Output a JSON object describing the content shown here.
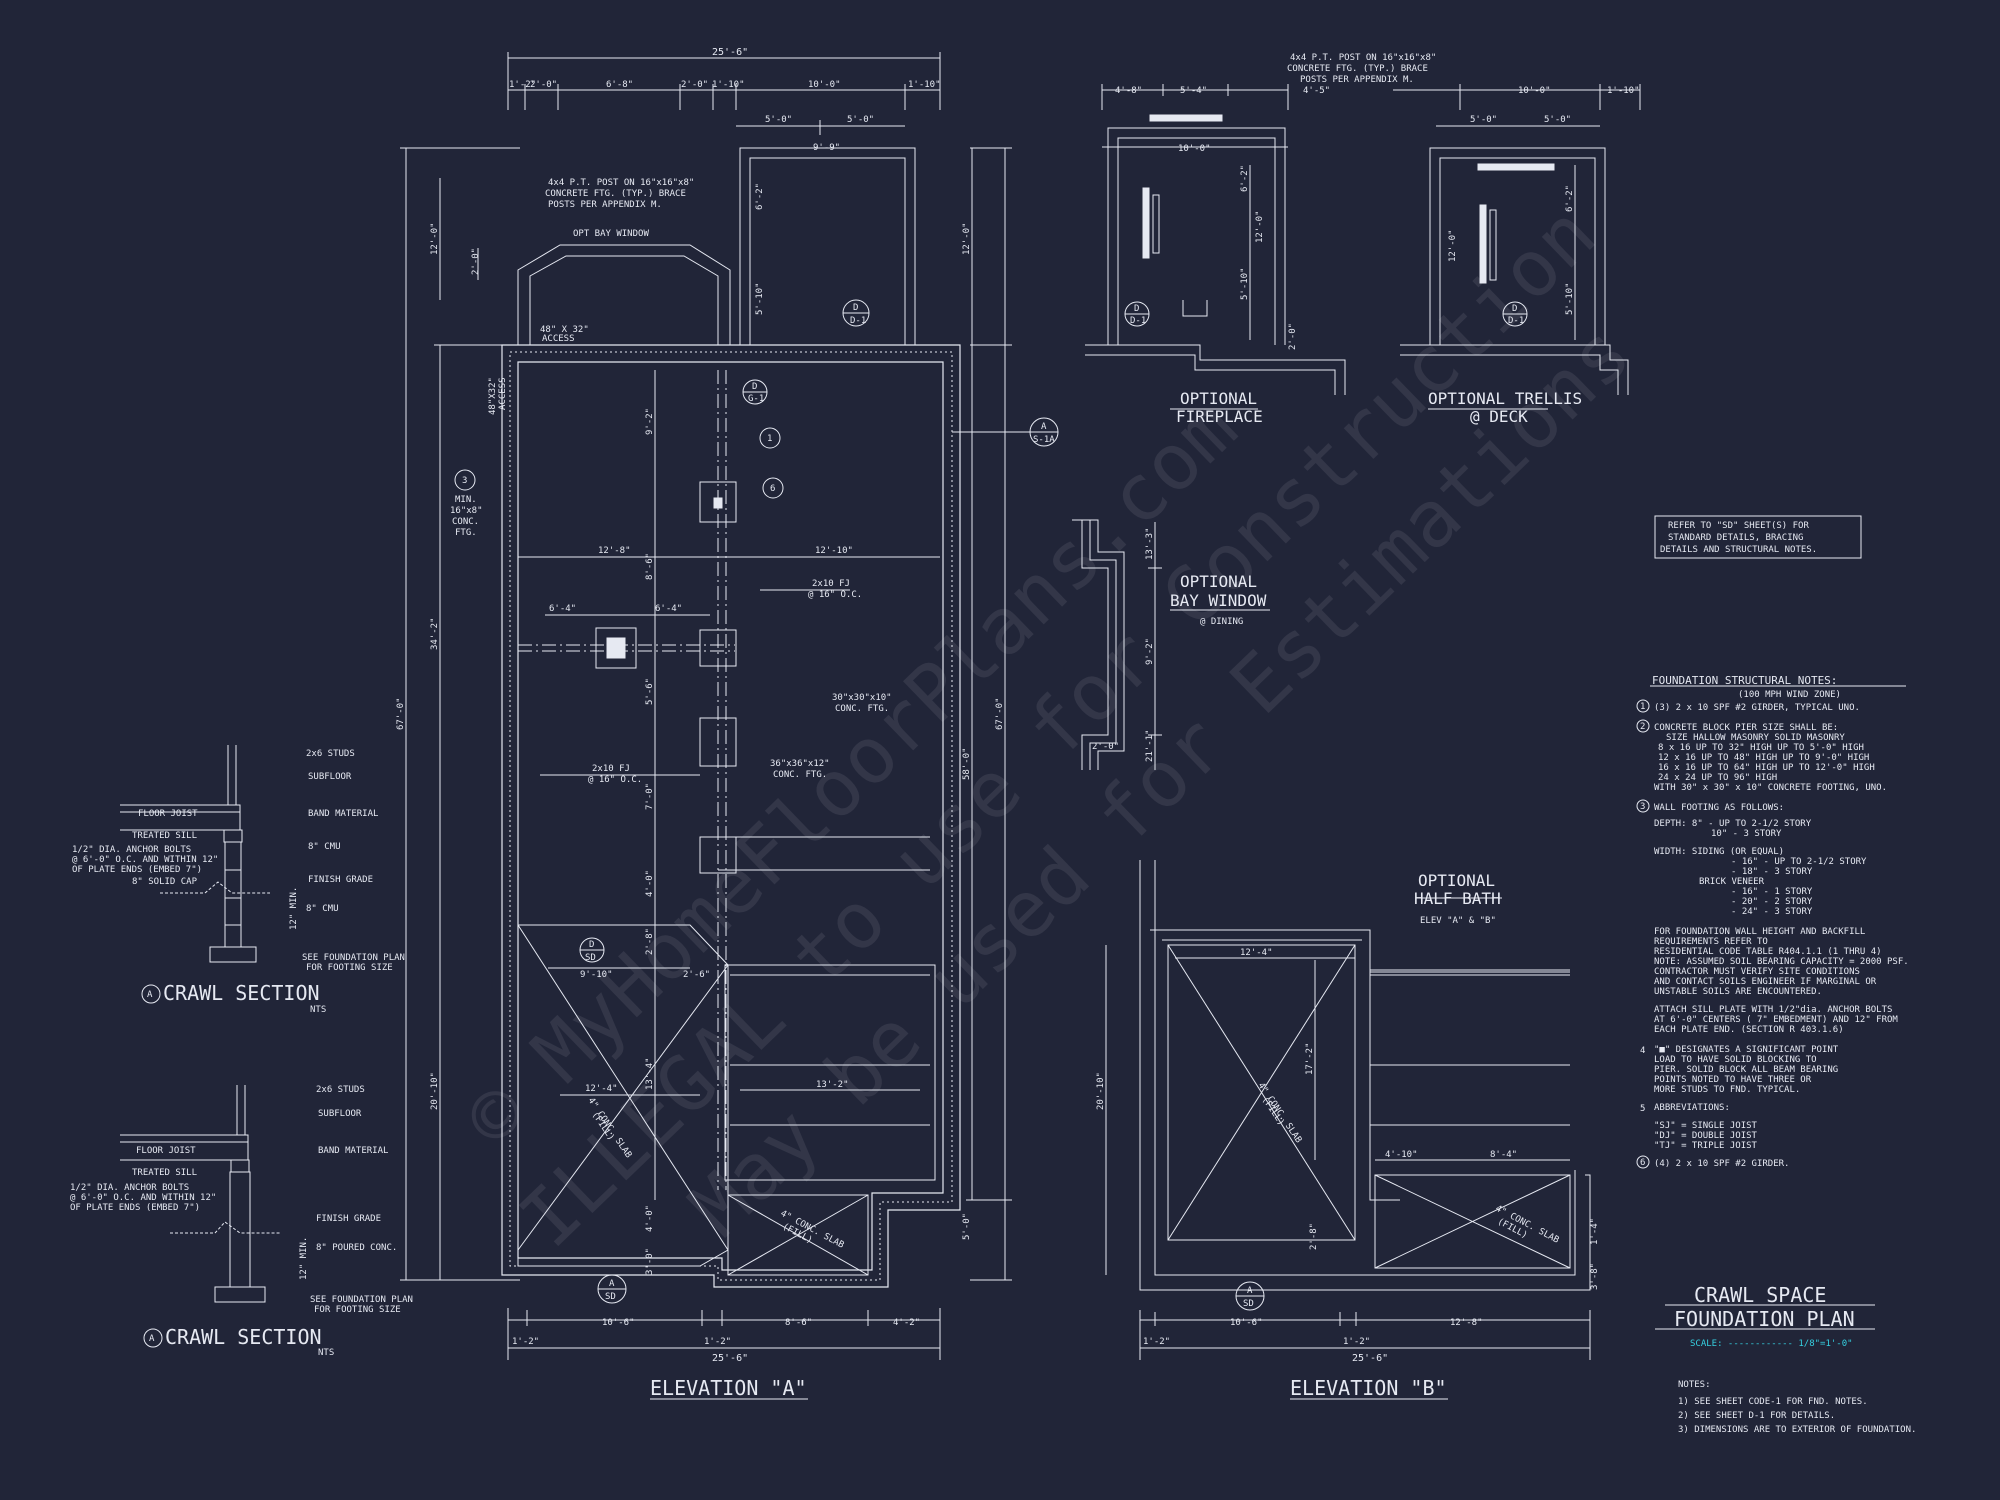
{
  "plan": {
    "title": "CRAWL SPACE",
    "title2": "FOUNDATION PLAN",
    "scale": "SCALE: ------------ 1/8\"=1'-0\""
  },
  "elev_a": {
    "label": "ELEVATION \"A\"",
    "dims_top": [
      "25'-6\"",
      "1'-2\"",
      "2'-0\"",
      "6'-8\"",
      "2'-0\"",
      "1'-10\"",
      "10'-0\"",
      "1'-10\"",
      "5'-0\"",
      "5'-0\""
    ],
    "dims_bottom": [
      "1'-2\"",
      "10'-6\"",
      "1'-2\"",
      "8'-6\"",
      "4'-2\"",
      "25'-6\""
    ],
    "dims_left": [
      "67'-0\"",
      "34'-2\"",
      "12'-0\"",
      "2'-0\"",
      "20'-10\""
    ],
    "dims_right": [
      "67'-0\"",
      "12'-0\"",
      "58'-0\"",
      "5'-0\""
    ],
    "dims_inner": [
      "12'-8\"",
      "12'-10\"",
      "6'-4\"",
      "6'-4\"",
      "9'-2\"",
      "8'-6\"",
      "5'-6\"",
      "7'-0\"",
      "4'-0\"",
      "2'-8\"",
      "9'-10\"",
      "2'-6\"",
      "12'-4\"",
      "13'-4\"",
      "13'-2\"",
      "4'-0\"",
      "3'-0\"",
      "6'-2\"",
      "5'-10\"",
      "9'-9\""
    ],
    "notes": {
      "post": [
        "4x4 P.T. POST ON 16\"x16\"x8\"",
        "CONCRETE FTG. (TYP.) BRACE",
        "POSTS PER APPENDIX M."
      ],
      "bay": "OPT BAY WINDOW",
      "access_top": [
        "48\" X 32\"",
        "ACCESS"
      ],
      "access_side": [
        "48\"X32\"",
        "ACCESS"
      ],
      "min_ftg": [
        "MIN.",
        "16\"x8\"",
        "CONC.",
        "FTG."
      ],
      "fj1": [
        "2x10 FJ",
        "@ 16\" O.C."
      ],
      "fj2": [
        "2x10 FJ",
        "@ 16\" O.C."
      ],
      "conc_ftg": [
        "30\"x30\"x10\"",
        "CONC. FTG."
      ],
      "ftg36": [
        "36\"x36\"x12\"",
        "CONC. FTG."
      ],
      "slab1": [
        "4\" CONC. SLAB",
        "(FILL)"
      ],
      "slab2": [
        "4\" CONC. SLAB",
        "(FILL)"
      ]
    },
    "callouts": {
      "d_top": "D",
      "d_bot": "D-1",
      "g_top": "D",
      "g_bot": "G-1",
      "a_top": "A",
      "a_bot": "S-1A",
      "sd_top": "A",
      "sd_bot": "SD",
      "sd2_top": "D",
      "sd2_bot": "SD",
      "one": "1",
      "six": "6",
      "three": "3"
    }
  },
  "elev_b": {
    "label": "ELEVATION \"B\"",
    "dims": [
      "12'-4\"",
      "20'-10\"",
      "17'-2\"",
      "4'-10\"",
      "8'-4\"",
      "2'-8\"",
      "1'-4\"",
      "3'-8\"",
      "1'-2\"",
      "10'-6\"",
      "1'-2\"",
      "12'-8\"",
      "25'-6\""
    ],
    "half_bath": [
      "OPTIONAL",
      "HALF BATH"
    ],
    "half_bath_sub": "ELEV \"A\" & \"B\"",
    "slab1": [
      "4\" CONC. SLAB",
      "(FILL)"
    ],
    "slab2": [
      "4\" CONC. SLAB",
      "(FILL)"
    ],
    "sd_top": "A",
    "sd_bot": "SD"
  },
  "optional_fireplace": {
    "label": [
      "OPTIONAL",
      "FIREPLACE"
    ],
    "dims": [
      "4'-8\"",
      "5'-4\"",
      "10'-0\"",
      "6'-2\"",
      "12'-0\"",
      "5'-10\"",
      "2'-0\""
    ],
    "post": [
      "4x4 P.T. POST ON 16\"x16\"x8\"",
      "CONCRETE FTG. (TYP.) BRACE",
      "POSTS PER APPENDIX M."
    ],
    "d_top": "D",
    "d_bot": "D-1"
  },
  "optional_trellis": {
    "label": [
      "OPTIONAL TRELLIS",
      "@ DECK"
    ],
    "dims": [
      "4'-5\"",
      "10'-0\"",
      "1'-10\"",
      "5'-0\"",
      "5'-0\"",
      "6'-2\"",
      "12'-0\"",
      "5'-10\""
    ],
    "d_top": "D",
    "d_bot": "D-1"
  },
  "optional_bay": {
    "label": [
      "OPTIONAL",
      "BAY WINDOW"
    ],
    "sub": "@ DINING",
    "dims": [
      "13'-3\"",
      "9'-2\"",
      "21'-1\"",
      "2'-0\""
    ]
  },
  "crawl_sections": [
    {
      "title": "CRAWL SECTION",
      "marker": "A",
      "nts": "NTS",
      "labels": [
        "2x6 STUDS",
        "SUBFLOOR",
        "FLOOR JOIST",
        "BAND MATERIAL",
        "TREATED SILL",
        "1/2\" DIA. ANCHOR BOLTS",
        "@ 6'-0\" O.C. AND WITHIN 12\"",
        "OF PLATE ENDS (EMBED 7\")",
        "8\" CMU",
        "8\" SOLID CAP",
        "FINISH GRADE",
        "8\" CMU",
        "12\" MIN.",
        "SEE FOUNDATION PLAN",
        "FOR FOOTING SIZE"
      ]
    },
    {
      "title": "CRAWL SECTION",
      "marker": "A",
      "nts": "NTS",
      "labels": [
        "2x6 STUDS",
        "SUBFLOOR",
        "FLOOR JOIST",
        "BAND MATERIAL",
        "TREATED SILL",
        "1/2\" DIA. ANCHOR BOLTS",
        "@ 6'-0\" O.C. AND WITHIN 12\"",
        "OF PLATE ENDS (EMBED 7\")",
        "FINISH GRADE",
        "8\" POURED CONC.",
        "12\" MIN.",
        "SEE FOUNDATION PLAN",
        "FOR FOOTING SIZE"
      ]
    }
  ],
  "refer_box": [
    "REFER TO \"SD\" SHEET(S) FOR",
    "STANDARD DETAILS, BRACING",
    "DETAILS AND STRUCTURAL NOTES."
  ],
  "structural_notes": {
    "title": "FOUNDATION STRUCTURAL NOTES:",
    "subtitle": "(100 MPH WIND ZONE)",
    "lines": [
      "(3) 2 x 10 SPF #2 GIRDER, TYPICAL UNO.",
      "CONCRETE BLOCK PIER SIZE SHALL BE:",
      "SIZE      HALLOW MASONRY    SOLID MASONRY",
      "8 x 16     UP TO 32\" HIGH    UP TO 5'-0\" HIGH",
      "12 x 16    UP TO 48\" HIGH    UP TO 9'-0\" HIGH",
      "16 x 16    UP TO 64\" HIGH    UP TO 12'-0\" HIGH",
      "24 x 24    UP TO 96\" HIGH",
      "WITH 30\" x 30\" x 10\" CONCRETE FOOTING, UNO.",
      "WALL FOOTING AS FOLLOWS:",
      "DEPTH:  8\" - UP TO 2-1/2 STORY",
      "10\" - 3 STORY",
      "WIDTH:  SIDING (OR EQUAL)",
      "- 16\" - UP TO 2-1/2 STORY",
      "- 18\" - 3 STORY",
      "BRICK VENEER",
      "- 16\" - 1 STORY",
      "- 20\" - 2 STORY",
      "- 24\" - 3 STORY",
      "FOR FOUNDATION WALL HEIGHT AND BACKFILL",
      "REQUIREMENTS REFER TO",
      "RESIDENTIAL CODE TABLE R404.1.1 (1 THRU 4)",
      "NOTE: ASSUMED SOIL BEARING CAPACITY = 2000 PSF.",
      "CONTRACTOR MUST VERIFY SITE CONDITIONS",
      "AND CONTACT SOILS ENGINEER IF MARGINAL OR",
      "UNSTABLE SOILS ARE ENCOUNTERED.",
      "ATTACH SILL PLATE WITH 1/2\"dia. ANCHOR BOLTS",
      "AT 6'-0\" CENTERS ( 7\" EMBEDMENT) AND 12\" FROM",
      "EACH PLATE END. (SECTION R 403.1.6)",
      "\"■\" DESIGNATES A SIGNIFICANT POINT",
      "LOAD TO HAVE SOLID BLOCKING TO",
      "PIER. SOLID BLOCK ALL BEAM BEARING",
      "POINTS NOTED TO HAVE THREE OR",
      "MORE STUDS TO FND. TYPICAL.",
      "ABBREVIATIONS:",
      "\"SJ\" = SINGLE JOIST",
      "\"DJ\" = DOUBLE JOIST",
      "\"TJ\" = TRIPLE JOIST",
      "(4) 2 x 10 SPF #2 GIRDER."
    ],
    "nums": [
      "1",
      "2",
      "3",
      "4",
      "5",
      "6"
    ]
  },
  "notes": {
    "title": "NOTES:",
    "items": [
      "1) SEE SHEET CODE-1 FOR FND. NOTES.",
      "2) SEE SHEET D-1 FOR DETAILS.",
      "3) DIMENSIONS ARE TO EXTERIOR OF FOUNDATION."
    ]
  },
  "watermark": [
    "© MyHomeFloorPlans.com",
    "ILLEGAL to use for Construction",
    "May be used for Estimations"
  ]
}
